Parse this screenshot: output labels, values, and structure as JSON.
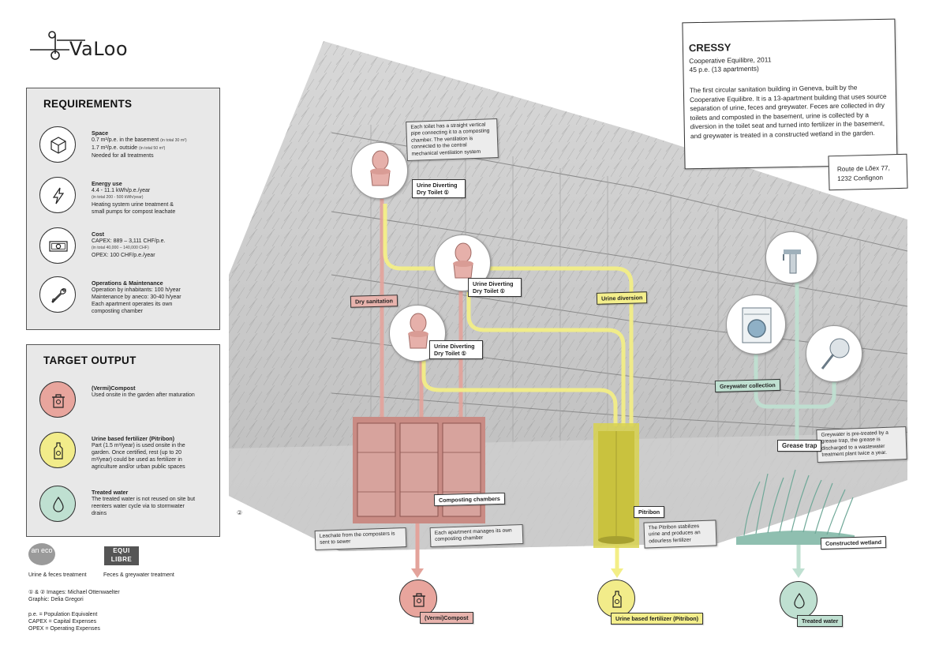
{
  "brand": {
    "name": "VaLoo"
  },
  "requirements": {
    "title": "REQUIREMENTS",
    "items": [
      {
        "icon": "cube-icon",
        "title": "Space",
        "line1": "0.7 m²/p.e. in the basement",
        "line1_note": "(in total 30 m²)",
        "line2": "1.7 m²/p.e. outside",
        "line2_note": "(in total 50 m²)",
        "line3": "Needed for all treatments"
      },
      {
        "icon": "lightning-icon",
        "title": "Energy use",
        "line1": "4.4 - 11.1 kWh/p.e./year",
        "line1_note": "(in total 200 - 500 kWh/year)",
        "line2": "Heating system urine treatment &",
        "line3": "small pumps for compost leachate"
      },
      {
        "icon": "banknote-icon",
        "title": "Cost",
        "line1": "CAPEX: 889 – 3,111 CHF/p.e.",
        "line1_note": "(in total 40,000 – 140,000 CHF)",
        "line2": "OPEX: 100 CHF/p.e./year"
      },
      {
        "icon": "wrench-icon",
        "title": "Operations & Maintenance",
        "line1": "Operation by inhabitants: 100 h/year",
        "line2": "Maintenance by aneco: 30-40 h/year",
        "line3": "Each apartment operates its own",
        "line4": "composting chamber"
      }
    ]
  },
  "target_output": {
    "title": "TARGET OUTPUT",
    "items": [
      {
        "icon": "compost-bin-icon",
        "title": "(Vermi)Compost",
        "text": "Used onsite in the garden after maturation",
        "color": "#e8a59d"
      },
      {
        "icon": "fertilizer-bottle-icon",
        "title": "Urine based fertilizer (Pitribon)",
        "text": "Part (1.5 m³/year) is used onsite in the garden. Once certified, rest (up to 20 m³/year) could be used as fertilizer in agriculture and/or urban public spaces",
        "color": "#f2ec8a"
      },
      {
        "icon": "water-drop-icon",
        "title": "Treated water",
        "text": "The treated water is not reused on site but reenters water cycle via to stormwater drains",
        "color": "#bfe0d1"
      }
    ]
  },
  "partners": {
    "aneco": {
      "logo_text": "an eco",
      "caption": "Urine & feces treatment"
    },
    "equilibre": {
      "logo_text": "EQUI LIBRE",
      "caption": "Feces & greywater treatment"
    }
  },
  "credits": {
    "images": "① & ② Images: Michael Ottenwaelter",
    "graphic": "Graphic: Delia Gregori",
    "abbr1": "p.e. = Population Equivalent",
    "abbr2": "CAPEX = Capital Expenses",
    "abbr3": "OPEX = Operating Expenses"
  },
  "cressy": {
    "title": "CRESSY",
    "subtitle1": "Cooperative Equilibre, 2011",
    "subtitle2": "45 p.e. (13 apartments)",
    "description": "The first circular sanitation building in Geneva, built by the Cooperative Equilibre. It is a 13-apartment building that uses source separation of urine, feces and greywater. Feces are collected in dry toilets and composted in the basement, urine is collected by a diversion in the toilet seat and turned into fertilizer in the basement, and greywater is treated in a constructed wetland in the garden.",
    "address1": "Route de Lõex 77,",
    "address2": "1232 Confignon"
  },
  "diagram": {
    "toilet_note": "Each toilet has a straight vertical pipe connecting it to a composting chamber. The ventilation is connected to the central mechanical ventilation system",
    "toilet_label": "Urine Diverting Dry Toilet ①",
    "dry_sanitation": "Dry sanitation",
    "urine_diversion": "Urine diversion",
    "greywater_collection": "Greywater collection",
    "grease_trap": "Grease trap",
    "grease_note": "Greywater is pre-treated by a grease trap, the grease is discharged to a wastewater treatment plant twice a year.",
    "composting_chambers": "Composting chambers",
    "leachate_note": "Leachate from the composters is sent to sewer",
    "apartment_note": "Each apartment manages its own composting chamber",
    "pitribon": "Pitribon",
    "pitribon_note": "The Pitribon stabilizes urine and produces an odourless fertilizer",
    "constructed_wetland": "Constructed wetland",
    "out_compost": "(Vermi)Compost",
    "out_fertilizer": "Urine based fertilizer (Pitribon)",
    "out_water": "Treated water",
    "photo_mark": "②"
  },
  "colors": {
    "red": "#e3a39b",
    "yellow": "#f3ee86",
    "green": "#bfe0d1",
    "panel": "#e8e8e8"
  }
}
